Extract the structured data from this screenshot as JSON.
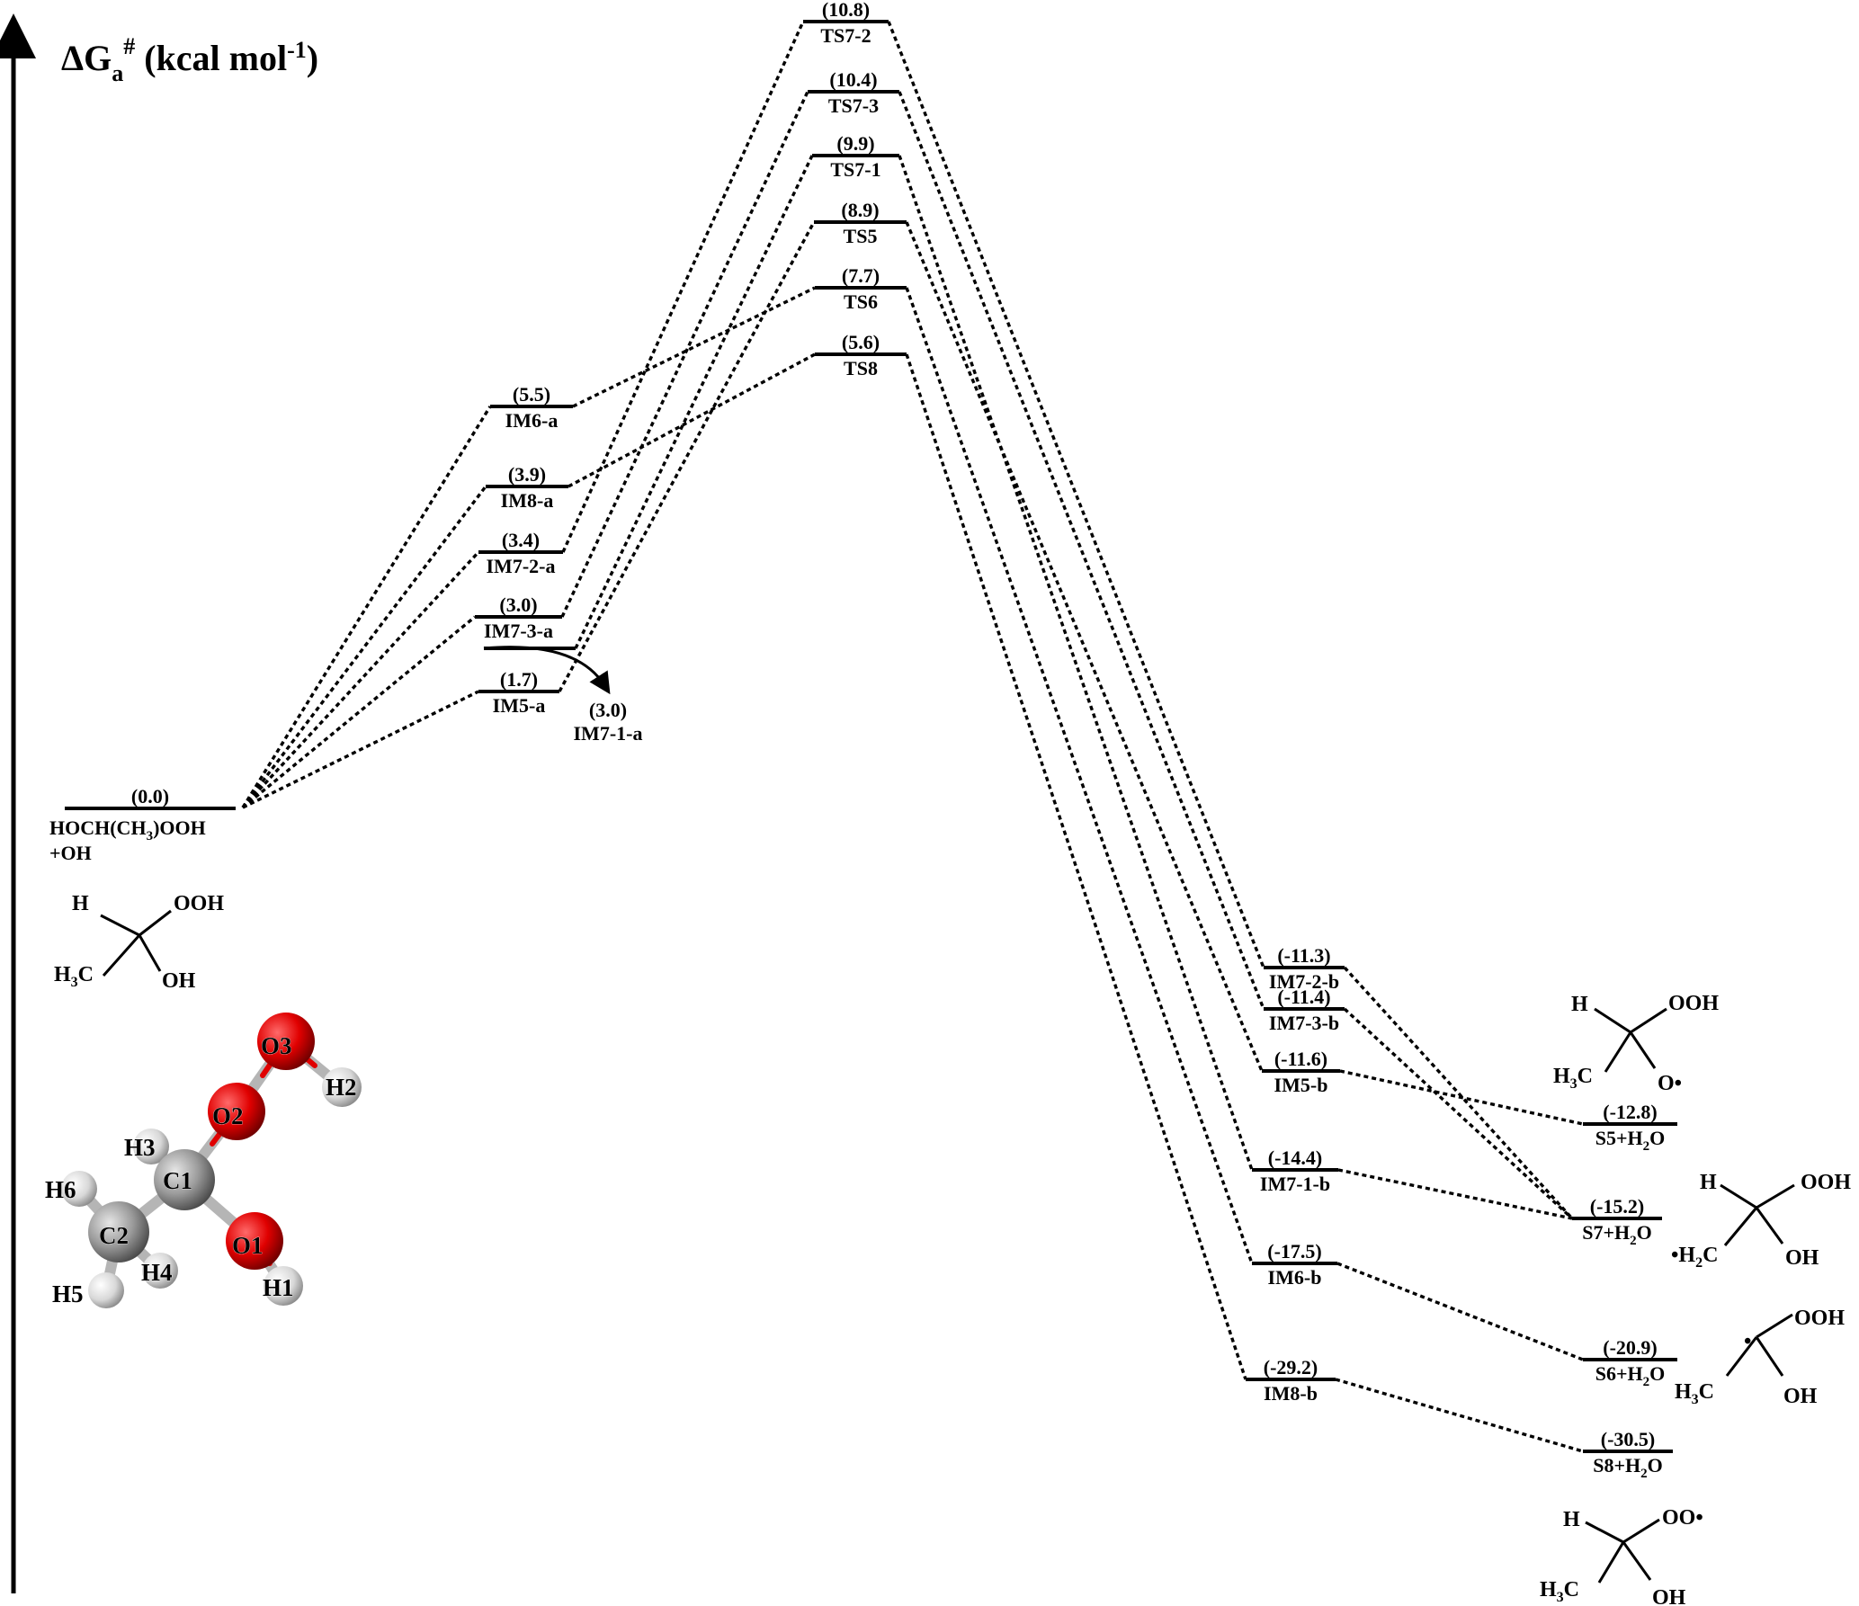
{
  "axis": {
    "y_label": "ΔGa# (kcal mol-1)"
  },
  "chart_data": {
    "type": "energy-profile",
    "ylabel": "ΔGa# (kcal mol-1)",
    "levels": [
      {
        "id": "R",
        "name": "HOCH(CH3)OOH +OH",
        "value_text": "(0.0)",
        "value": 0.0
      },
      {
        "id": "IM6a",
        "name": "IM6-a",
        "value_text": "(5.5)",
        "value": 5.5
      },
      {
        "id": "IM8a",
        "name": "IM8-a",
        "value_text": "(3.9)",
        "value": 3.9
      },
      {
        "id": "IM72a",
        "name": "IM7-2-a",
        "value_text": "(3.4)",
        "value": 3.4
      },
      {
        "id": "IM73a",
        "name": "IM7-3-a",
        "value_text": "(3.0)",
        "value": 3.0
      },
      {
        "id": "IM71a",
        "name": "IM7-1-a",
        "value_text": "(3.0)",
        "value": 3.0
      },
      {
        "id": "IM5a",
        "name": "IM5-a",
        "value_text": "(1.7)",
        "value": 1.7
      },
      {
        "id": "TS72",
        "name": "TS7-2",
        "value_text": "(10.8)",
        "value": 10.8
      },
      {
        "id": "TS73",
        "name": "TS7-3",
        "value_text": "(10.4)",
        "value": 10.4
      },
      {
        "id": "TS71",
        "name": "TS7-1",
        "value_text": "(9.9)",
        "value": 9.9
      },
      {
        "id": "TS5",
        "name": "TS5",
        "value_text": "(8.9)",
        "value": 8.9
      },
      {
        "id": "TS6",
        "name": "TS6",
        "value_text": "(7.7)",
        "value": 7.7
      },
      {
        "id": "TS8",
        "name": "TS8",
        "value_text": "(5.6)",
        "value": 5.6
      },
      {
        "id": "IM72b",
        "name": "IM7-2-b",
        "value_text": "(-11.3)",
        "value": -11.3
      },
      {
        "id": "IM73b",
        "name": "IM7-3-b",
        "value_text": "(-11.4)",
        "value": -11.4
      },
      {
        "id": "IM5b",
        "name": "IM5-b",
        "value_text": "(-11.6)",
        "value": -11.6
      },
      {
        "id": "IM71b",
        "name": "IM7-1-b",
        "value_text": "(-14.4)",
        "value": -14.4
      },
      {
        "id": "IM6b",
        "name": "IM6-b",
        "value_text": "(-17.5)",
        "value": -17.5
      },
      {
        "id": "IM8b",
        "name": "IM8-b",
        "value_text": "(-29.2)",
        "value": -29.2
      },
      {
        "id": "S5",
        "name": "S5+H2O",
        "value_text": "(-12.8)",
        "value": -12.8
      },
      {
        "id": "S7",
        "name": "S7+H2O",
        "value_text": "(-15.2)",
        "value": -15.2
      },
      {
        "id": "S6",
        "name": "S6+H2O",
        "value_text": "(-20.9)",
        "value": -20.9
      },
      {
        "id": "S8",
        "name": "S8+H2O",
        "value_text": "(-30.5)",
        "value": -30.5
      }
    ],
    "connections": [
      [
        "R",
        "IM6a"
      ],
      [
        "R",
        "IM8a"
      ],
      [
        "R",
        "IM72a"
      ],
      [
        "R",
        "IM73a"
      ],
      [
        "R",
        "IM5a"
      ],
      [
        "IM6a",
        "TS6"
      ],
      [
        "IM8a",
        "TS8"
      ],
      [
        "IM72a",
        "TS72"
      ],
      [
        "IM73a",
        "TS73"
      ],
      [
        "IM71a",
        "TS71"
      ],
      [
        "IM5a",
        "TS5"
      ],
      [
        "TS72",
        "IM72b"
      ],
      [
        "TS73",
        "IM73b"
      ],
      [
        "TS71",
        "IM71b"
      ],
      [
        "TS5",
        "IM5b"
      ],
      [
        "TS6",
        "IM6b"
      ],
      [
        "TS8",
        "IM8b"
      ],
      [
        "IM72b",
        "S7"
      ],
      [
        "IM73b",
        "S7"
      ],
      [
        "IM5b",
        "S5"
      ],
      [
        "IM71b",
        "S7"
      ],
      [
        "IM6b",
        "S6"
      ],
      [
        "IM8b",
        "S8"
      ]
    ]
  },
  "structures": {
    "reactant": {
      "H": "H",
      "OOH": "OOH",
      "H3C": "H3C",
      "OH": "OH"
    },
    "s5": {
      "H": "H",
      "OOH": "OOH",
      "H3C": "H3C",
      "O_rad": "O•"
    },
    "s7": {
      "H": "H",
      "OOH": "OOH",
      "H2C_rad": "•H2C",
      "OH": "OH"
    },
    "s6": {
      "rad": "•",
      "OOH": "OOH",
      "H3C": "H3C",
      "OH": "OH"
    },
    "s8": {
      "H": "H",
      "OO_rad": "OO•",
      "H3C": "H3C",
      "OH": "OH"
    }
  },
  "molecule_3d": {
    "atoms": [
      "O3",
      "H2",
      "O2",
      "H3",
      "C1",
      "H6",
      "C2",
      "O1",
      "H4",
      "H5",
      "H1"
    ],
    "colors": {
      "oxygen": "#e00000",
      "carbon": "#9a9a9a",
      "hydrogen": "#d8d8d8"
    }
  }
}
